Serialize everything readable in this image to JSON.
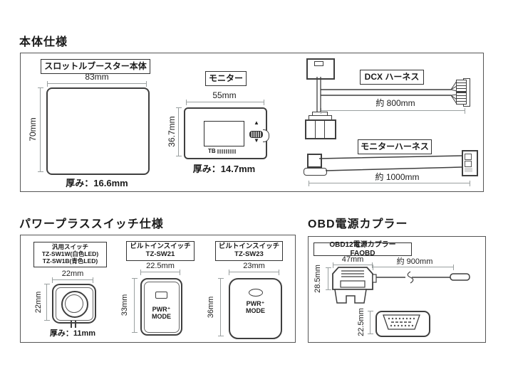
{
  "body_spec": {
    "heading": "本体仕様",
    "booster_label": "スロットルブースター本体",
    "booster_width": "83mm",
    "booster_height": "70mm",
    "booster_thickness": "厚み：16.6mm",
    "monitor_label": "モニター",
    "monitor_width": "55mm",
    "monitor_height": "36.7mm",
    "monitor_thickness": "厚み：14.7mm",
    "monitor_logo": "TB",
    "monitor_up": "▲",
    "monitor_down": "▼",
    "dcx_label": "DCX ハーネス",
    "dcx_length": "約 800mm",
    "monitor_harness_label": "モニターハーネス",
    "monitor_harness_length": "約 1000mm"
  },
  "switch_spec": {
    "heading": "パワープラススイッチ仕様",
    "sw1_label1": "汎用スイッチ",
    "sw1_label2": "TZ-SW1W(白色LED)",
    "sw1_label3": "TZ-SW1B(青色LED)",
    "sw1_width": "22mm",
    "sw1_height": "22mm",
    "sw1_thickness": "厚み：11mm",
    "sw21_label1": "ビルトインスイッチ",
    "sw21_label2": "TZ-SW21",
    "sw21_width": "22.5mm",
    "sw21_height": "33mm",
    "sw23_label1": "ビルトインスイッチ",
    "sw23_label2": "TZ-SW23",
    "sw23_width": "23mm",
    "sw23_height": "36mm",
    "pwr_line1": "PWR⁺",
    "pwr_line2": "MODE"
  },
  "obd_spec": {
    "heading": "OBD電源カプラー",
    "label": "OBD12電源カプラー　FAOBD",
    "width": "47mm",
    "height": "28.5mm",
    "cable_length": "約 900mm",
    "coupler_height": "22.5mm"
  },
  "colors": {
    "line": "#3f3f3f",
    "dimension_line": "#9aa0a0",
    "text": "#1a1a1a",
    "background": "#ffffff"
  }
}
